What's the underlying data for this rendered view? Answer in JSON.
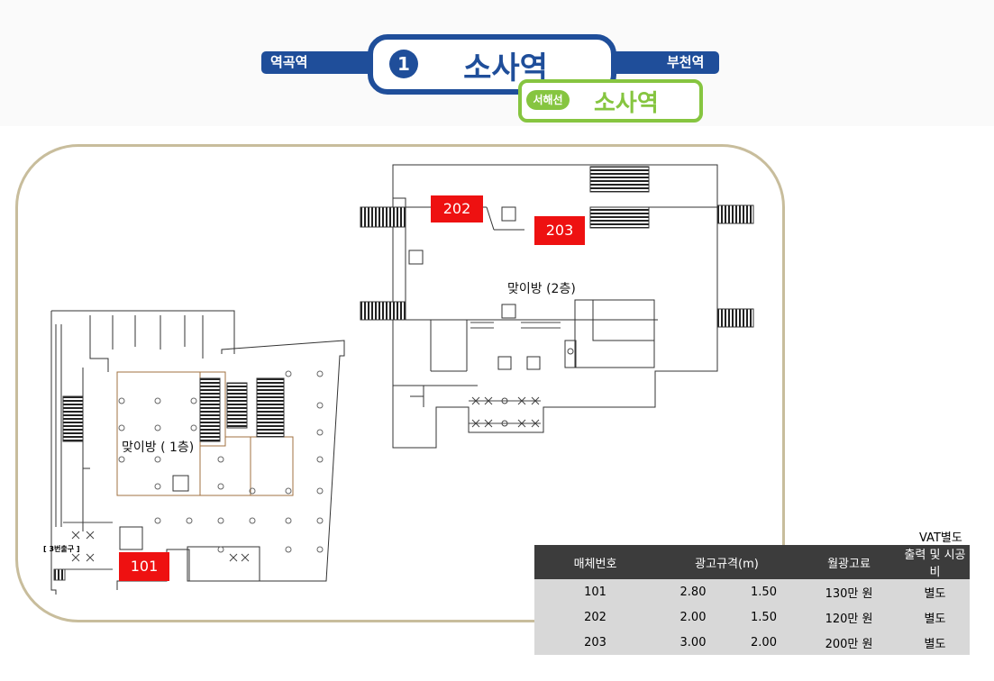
{
  "sign": {
    "prev_station": "역곡역",
    "line_number": "1",
    "station": "소사역",
    "next_station": "부천역",
    "secondary_line": "서해선",
    "secondary_station": "소사역"
  },
  "plan": {
    "floor2_label": "맞이방 (2층)",
    "floor1_label": "맞이방 ( 1층)",
    "exit_label": "[ 3번출구 ]",
    "spots": [
      "101",
      "202",
      "203"
    ]
  },
  "table": {
    "note": "VAT별도",
    "headers": [
      "매체번호",
      "광고규격(m)",
      "월광고료",
      "출력 및 시공비"
    ],
    "rows": [
      {
        "id": "101",
        "width": "2.80",
        "height": "1.50",
        "price": "130만 원",
        "install": "별도"
      },
      {
        "id": "202",
        "width": "2.00",
        "height": "1.50",
        "price": "120만 원",
        "install": "별도"
      },
      {
        "id": "203",
        "width": "3.00",
        "height": "2.00",
        "price": "200만 원",
        "install": "별도"
      }
    ]
  },
  "colors": {
    "line1_blue": "#1f4e9a",
    "seohae_green": "#86c540",
    "spot_red": "#ee1111",
    "frame_beige": "#c8bd9c"
  }
}
